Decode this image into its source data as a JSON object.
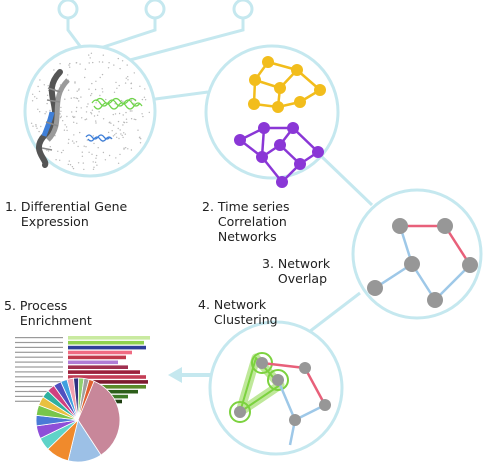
{
  "steps": [
    {
      "label": "1. Differential Gene\n    Expression"
    },
    {
      "label": "2. Time series\n    Correlation\n    Networks"
    },
    {
      "label": "3. Network\n    Overlap"
    },
    {
      "label": "4. Network\n    Clustering"
    },
    {
      "label": "5. Process\n    Enrichment"
    }
  ],
  "colors": {
    "outline": "#c5e8ef",
    "node_gray": "#979797",
    "edge_blue": "#9ec8e8",
    "edge_pink": "#e8607a",
    "network_yellow": "#f2bd1c",
    "network_purple": "#8a37d6",
    "cluster_green": "#7cd23f",
    "dna_green": "#6fd44a",
    "dna_blue": "#3f7fd8"
  }
}
